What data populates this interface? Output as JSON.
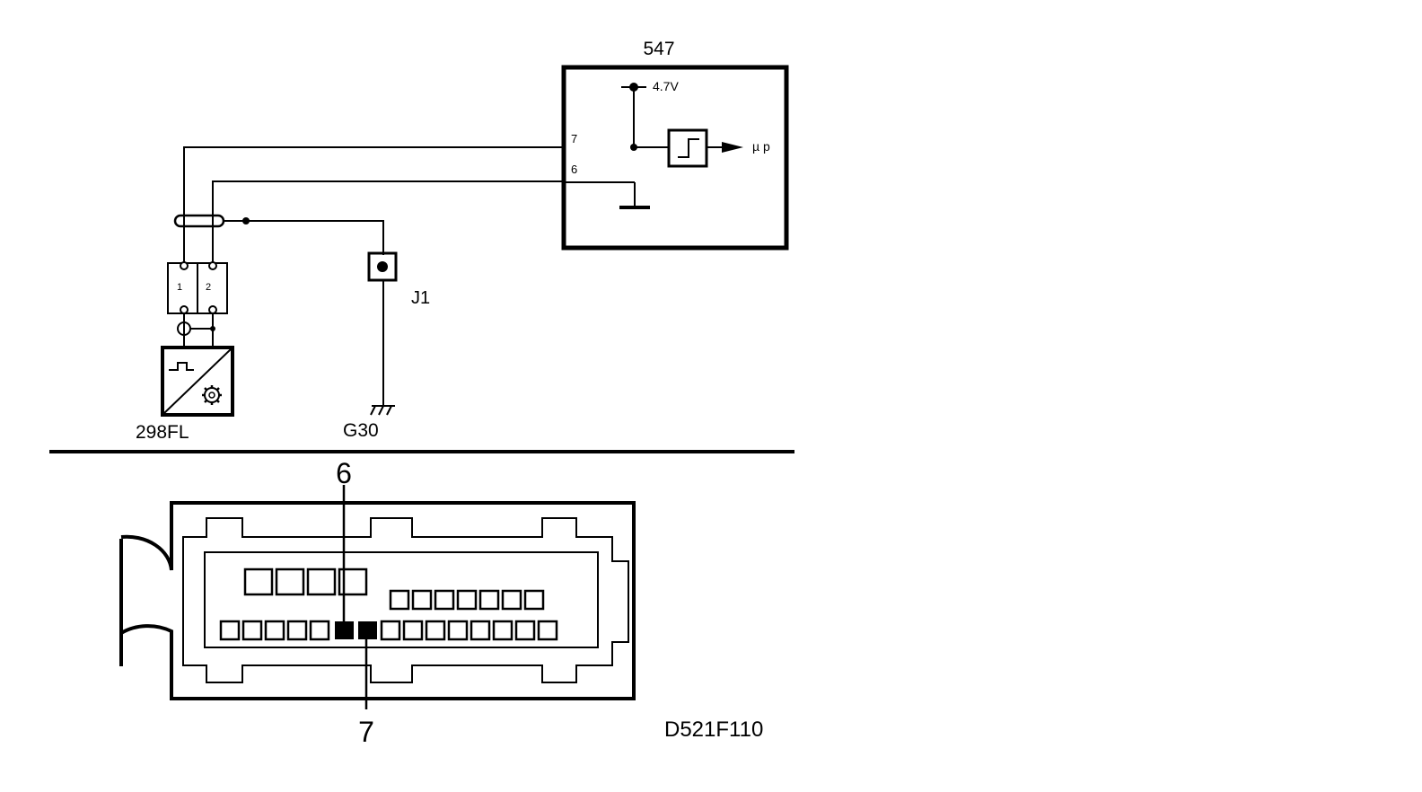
{
  "module": {
    "id": "547",
    "supply_voltage": "4.7V",
    "pin_signal": "7",
    "pin_ground": "6",
    "output_label": "µ p"
  },
  "sensor": {
    "id": "298FL",
    "pin_1": "1",
    "pin_2": "2"
  },
  "junction": {
    "id": "J1"
  },
  "ground_point": {
    "id": "G30"
  },
  "connector_view": {
    "callout_top": "6",
    "callout_bottom": "7"
  },
  "figure_code": "D521F110",
  "colors": {
    "line": "#000000",
    "background": "#ffffff"
  }
}
